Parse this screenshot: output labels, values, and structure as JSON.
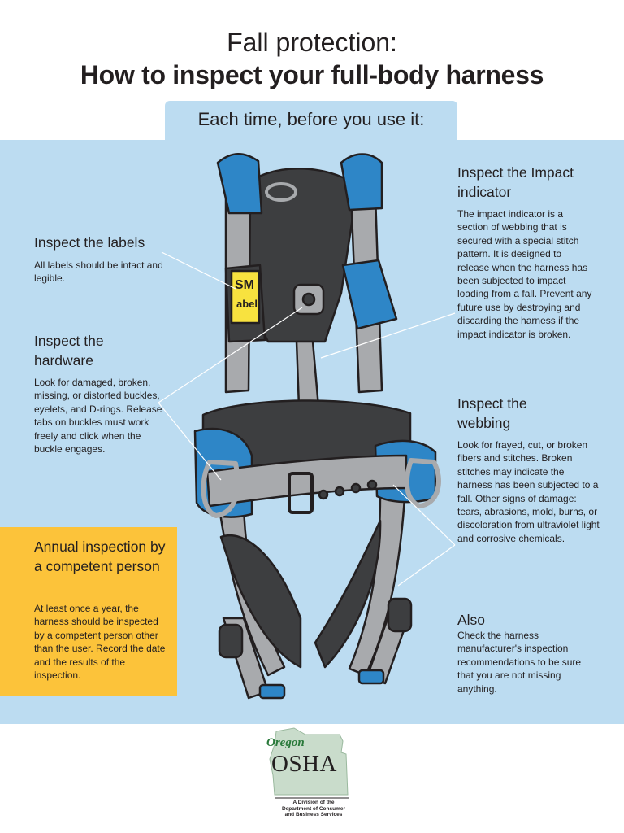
{
  "header": {
    "title_line1": "Fall protection:",
    "title_line2": "How to inspect your full-body harness",
    "subtitle": "Each time, before you use it:"
  },
  "sections": {
    "labels": {
      "heading": "Inspect the labels",
      "body": "All labels should be intact and legible."
    },
    "hardware": {
      "heading": "Inspect the hardware",
      "body": "Look for damaged, broken, missing, or distorted buckles, eyelets, and D-rings. Release tabs on buckles must work freely and click when the buckle engages."
    },
    "annual": {
      "heading": "Annual inspection by a competent person",
      "body": "At least once a year, the harness should be inspected by a competent person other than the user. Record the date and the results of the inspection."
    },
    "impact": {
      "heading": "Inspect the Impact indicator",
      "body": "The impact indicator is a section of webbing that is secured with a special stitch pattern. It is designed to release when the harness has been subjected to impact loading from a fall. Prevent any future use by destroying and discarding the harness if the impact indicator is broken."
    },
    "webbing": {
      "heading": "Inspect the webbing",
      "body": "Look for frayed, cut, or broken fibers and stitches. Broken stitches may indicate the harness has been subjected to a fall. Other signs of damage: tears, abrasions, mold, burns, or discoloration from ultraviolet light and corrosive chemicals."
    },
    "also": {
      "heading": "Also",
      "body": "Check the harness manufacturer's inspection recommendations to be sure that you are not missing anything."
    }
  },
  "harness_label": {
    "line1": "SM",
    "line2": "abel"
  },
  "logo": {
    "oregon": "Oregon",
    "osha": "OSHA",
    "division_line1": "A Division of the",
    "division_line2": "Department of Consumer",
    "division_line3": "and Business Services"
  },
  "colors": {
    "panel": "#bcdcf1",
    "annual_box": "#fcc33a",
    "strap": "#a8aaad",
    "pad_blue": "#2e86c7",
    "pad_dark": "#3d3e40",
    "outline": "#231f20",
    "label_yellow": "#f8e23f",
    "logo_green": "#2a7a3b"
  }
}
